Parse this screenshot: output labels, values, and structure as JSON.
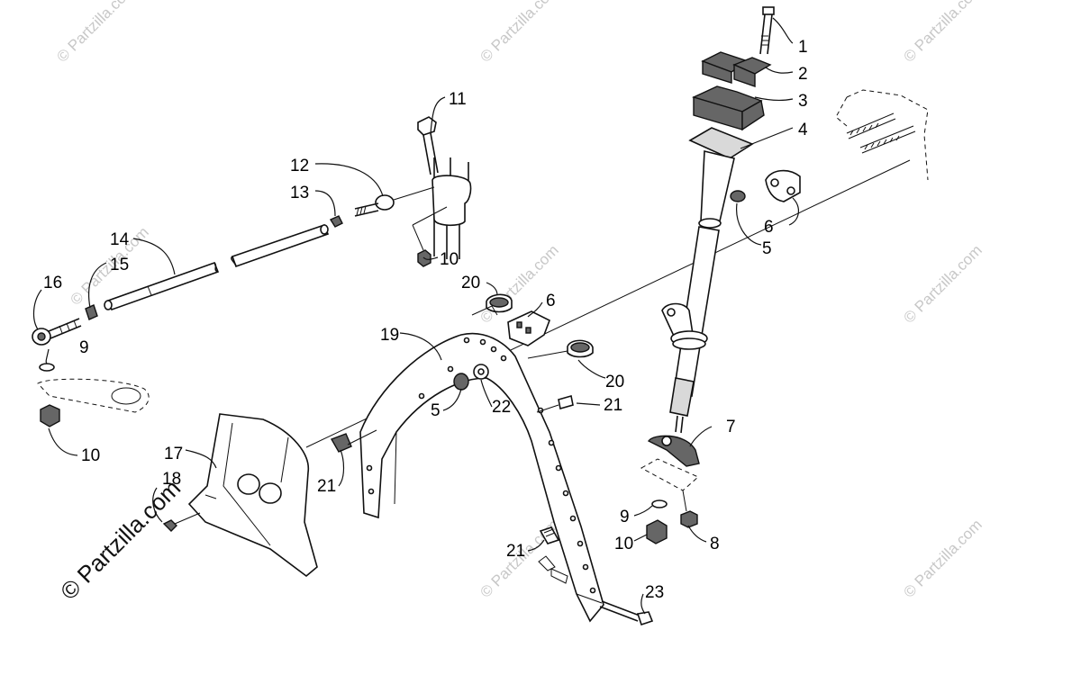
{
  "watermark": {
    "small": "© Partzilla.com",
    "large": "© Partzilla.com"
  },
  "callouts": {
    "c1": "1",
    "c2": "2",
    "c3": "3",
    "c4": "4",
    "c5_top": "5",
    "c6_top": "6",
    "c11": "11",
    "c12": "12",
    "c13": "13",
    "c10_top": "10",
    "c14": "14",
    "c15": "15",
    "c16": "16",
    "c9_left": "9",
    "c10_left": "10",
    "c20_top": "20",
    "c6_mid": "6",
    "c19": "19",
    "c5_mid": "5",
    "c22": "22",
    "c20_mid": "20",
    "c21_right": "21",
    "c7": "7",
    "c17": "17",
    "c18": "18",
    "c21_left": "21",
    "c9_bottom": "9",
    "c10_bottom": "10",
    "c8": "8",
    "c21_bottom": "21",
    "c23": "23"
  }
}
